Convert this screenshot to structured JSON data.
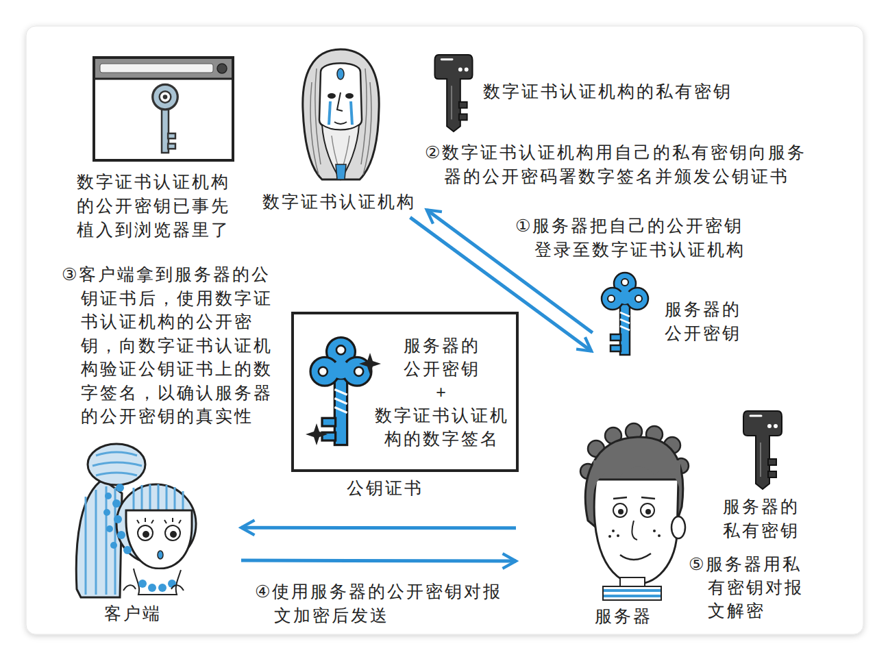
{
  "diagram": {
    "nodes": [
      {
        "text": [
          "数字证书认证机构的公开密钥已事先植入到浏览器里了"
        ]
      },
      {
        "text": [
          "数字证书认证机构"
        ]
      },
      {
        "text": [
          "服务器的公开密钥"
        ]
      },
      {
        "text": [
          "服务器的公开密钥",
          "+",
          "数字证书认证机构的数字签名",
          "公钥证书"
        ]
      },
      {
        "text": [
          "客户端"
        ]
      },
      {
        "text": [
          "服务器"
        ]
      }
    ],
    "edges": [
      {
        "from": 2,
        "to": 1,
        "arrow": "to",
        "label": "①服务器把自己的公开密钥登录至数字证书认证机构"
      },
      {
        "from": 1,
        "to": 2,
        "arrow": "to"
      },
      {
        "from": 5,
        "to": 4,
        "arrow": "to"
      },
      {
        "from": 4,
        "to": 5,
        "arrow": "to",
        "label": "④使用服务器的公开密钥对报文加密后发送"
      }
    ],
    "labels": [
      "数字证书认证机构的私有密钥",
      "②数字证书认证机构用自己的私有密钥向服务器的公开密码署数字签名并颁发公钥证书",
      "③客户端拿到服务器的公钥证书后，使用数字证书认证机构的公开密钥，向数字证书认证机构验证公钥证书上的数字签名，以确认服务器的公开密钥的真实性",
      "服务器的私有密钥",
      "⑤服务器用私有密钥对报文解密"
    ]
  }
}
